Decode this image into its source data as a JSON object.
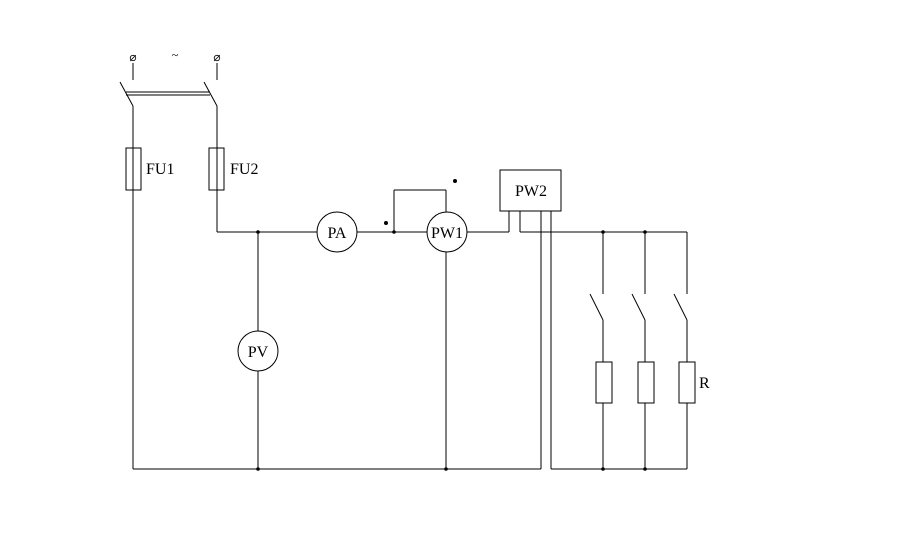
{
  "diagram": {
    "ac_symbol": "~",
    "terminal_symbol": "⌀",
    "labels": {
      "fu1": "FU1",
      "fu2": "FU2",
      "pa": "PA",
      "pw1": "PW1",
      "pw2": "PW2",
      "pv": "PV",
      "r": "R"
    }
  }
}
